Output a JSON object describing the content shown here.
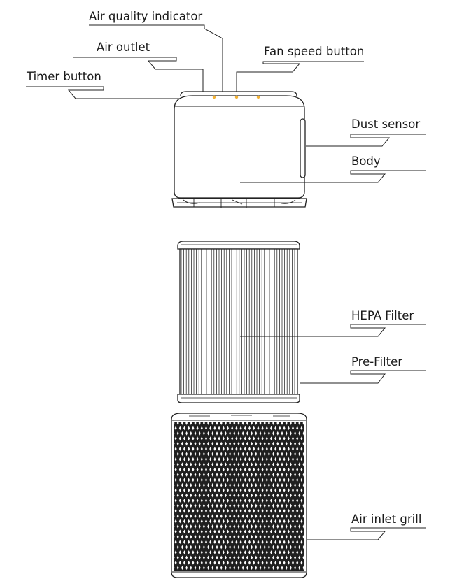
{
  "diagram": {
    "labels": {
      "air_quality_indicator": "Air quality indicator",
      "air_outlet": "Air outlet",
      "fan_speed_button": "Fan speed button",
      "timer_button": "Timer button",
      "dust_sensor": "Dust sensor",
      "body": "Body",
      "hepa_filter": "HEPA Filter",
      "pre_filter": "Pre-Filter",
      "air_inlet_grill": "Air inlet grill"
    },
    "colors": {
      "line": "#222222",
      "indicator_light": "#f2b134"
    }
  }
}
